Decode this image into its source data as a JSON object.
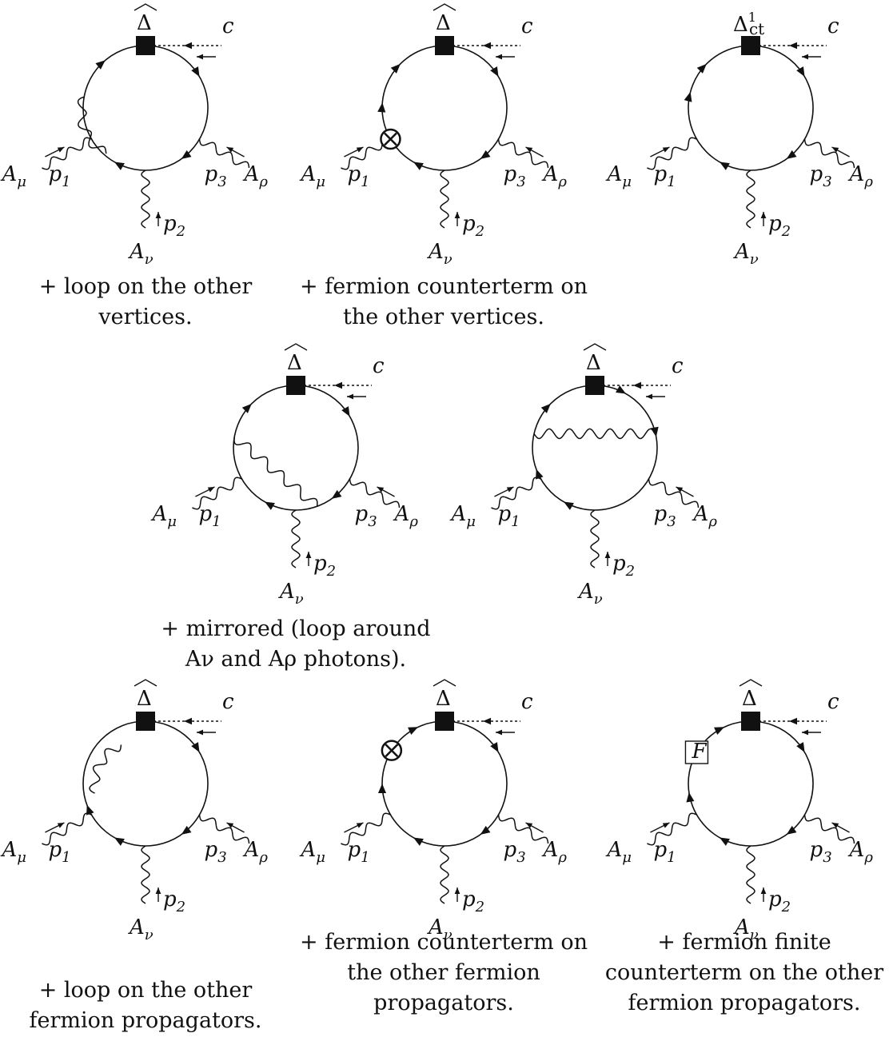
{
  "labels": {
    "delta": "Δ",
    "delta_ct": "Δ",
    "delta_ct_sub": "ct",
    "delta_ct_sup": "1",
    "ghost": "c",
    "A": "A",
    "mu": "μ",
    "nu": "ν",
    "rho": "ρ",
    "p": "p",
    "finite_box": "F"
  },
  "diagrams": [
    {
      "name": "self-energy-vertex-loop",
      "top": "delta"
    },
    {
      "name": "vertex-counterterm",
      "top": "delta"
    },
    {
      "name": "delta-ct-insertion",
      "top": "delta_ct"
    },
    {
      "name": "photon-exchange-crossed",
      "top": "delta"
    },
    {
      "name": "photon-exchange-horizontal",
      "top": "delta"
    },
    {
      "name": "propagator-self-energy",
      "top": "delta"
    },
    {
      "name": "propagator-counterterm",
      "top": "delta"
    },
    {
      "name": "propagator-finite-counterterm",
      "top": "delta"
    }
  ],
  "captions": {
    "c1": [
      "+ loop on the other",
      "vertices."
    ],
    "c2": [
      "+ fermion counterterm on",
      "the other vertices."
    ],
    "c3": [
      "+ mirrored (loop around",
      "Aν and Aρ photons)."
    ],
    "c4": [
      "+ loop on the other",
      "fermion propagators."
    ],
    "c5": [
      "+ fermion counterterm on",
      "the other fermion",
      "propagators."
    ],
    "c6": [
      "+ fermion finite",
      "counterterm on the other",
      "fermion propagators."
    ]
  }
}
